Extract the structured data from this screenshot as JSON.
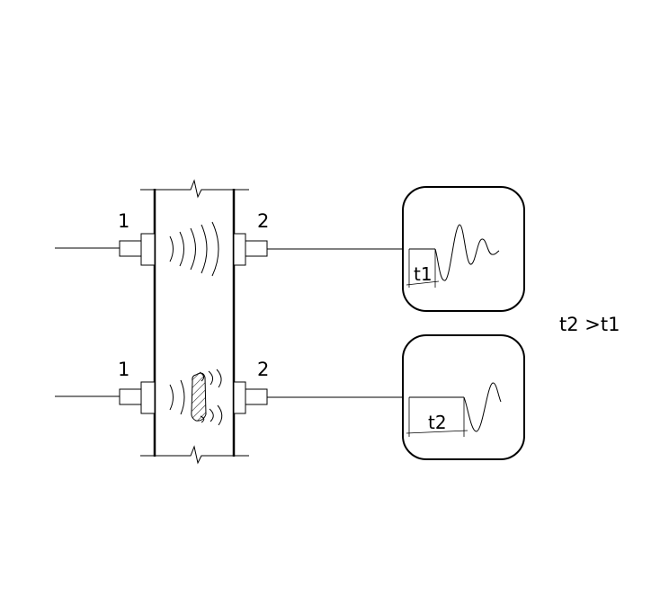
{
  "transducers": {
    "top": {
      "emitter_label": "1",
      "receiver_label": "2"
    },
    "bottom": {
      "emitter_label": "1",
      "receiver_label": "2"
    }
  },
  "screens": {
    "top": {
      "time_label": "t1"
    },
    "bottom": {
      "time_label": "t2"
    }
  },
  "relation": "t2 >t1"
}
